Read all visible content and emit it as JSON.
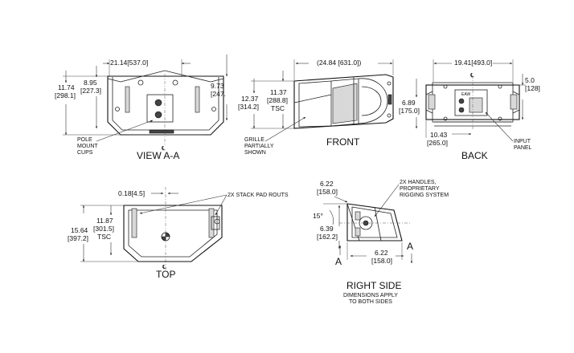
{
  "view_aa": {
    "width_dim": "21.14[537.0]",
    "left_outer_dim": [
      "11.74",
      "[298.1]"
    ],
    "left_inner_dim": [
      "8.95",
      "[227.3]"
    ],
    "right_dim": [
      "9.73",
      "[247."
    ],
    "pole_note": [
      "POLE",
      "MOUNT",
      "CUPS"
    ],
    "title": "VIEW A-A"
  },
  "front": {
    "width_dim": "(24.84  [631.0])",
    "left_dim": [
      "12.37",
      "[314.2]"
    ],
    "tsc_dim": [
      "11.37",
      "[288.8]",
      "TSC"
    ],
    "grille_note": [
      "GRILLE",
      "PARTIALLY",
      "SHOWN"
    ],
    "title": "FRONT"
  },
  "back": {
    "width_dim": "19.41[493.0]",
    "right_dim": [
      "5.0",
      "[128]"
    ],
    "left_dim": [
      "6.89",
      "[175.0]"
    ],
    "bottom_dim": [
      "10.43",
      "[265.0]"
    ],
    "input_note": [
      "INPUT",
      "PANEL"
    ],
    "title": "BACK",
    "panel_logo": "EAW"
  },
  "top": {
    "offset_dim": "0.18[4.5]",
    "stack_note": "2X STACK PAD ROUTS",
    "tsc_dim": [
      "11.87",
      "[301.5]",
      "TSC"
    ],
    "depth_dim": [
      "15.64",
      "[397.2]"
    ],
    "title": "TOP"
  },
  "right_side": {
    "handles_note": [
      "2X HANDLES,",
      "PROPRIETARY",
      "RIGGING SYSTEM"
    ],
    "top_dim": [
      "6.22",
      "[158.0]"
    ],
    "angle": "15°",
    "mid_dim": [
      "6.39",
      "[162.2]"
    ],
    "bottom_dim": [
      "6.22",
      "[158.0]"
    ],
    "section_label": "A",
    "title": "RIGHT SIDE",
    "note": [
      "DIMENSIONS APPLY",
      "TO BOTH SIDES"
    ]
  },
  "centerline_symbol": "℄"
}
